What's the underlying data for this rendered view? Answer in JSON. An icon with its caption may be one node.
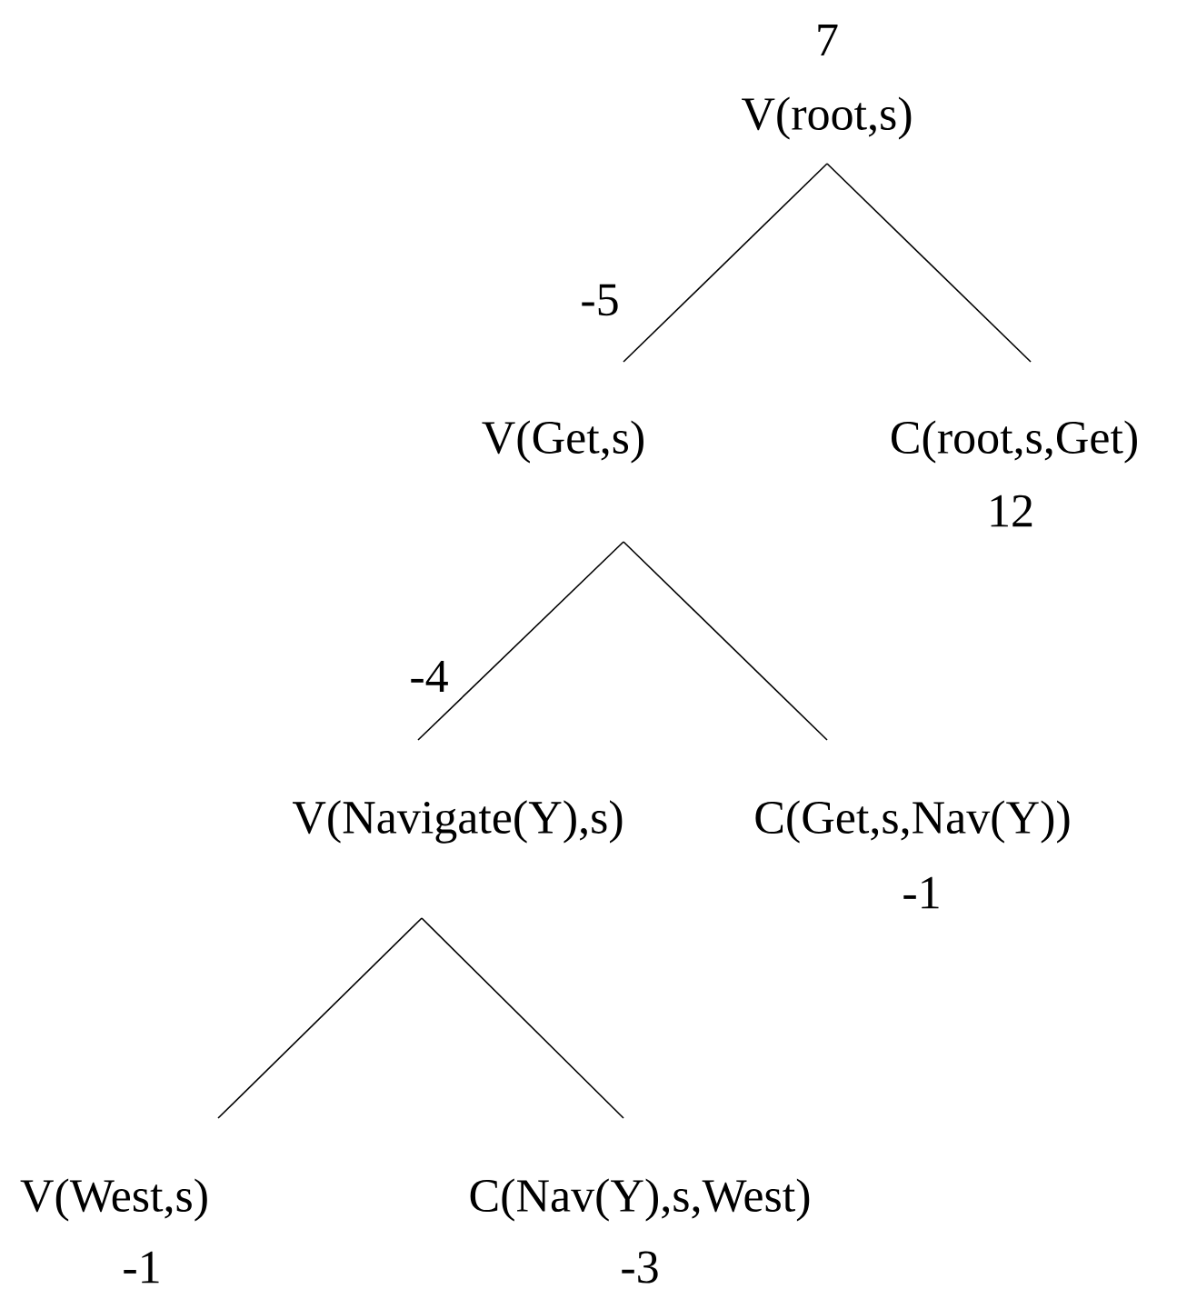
{
  "diagram": {
    "nodes": [
      {
        "text": [
          "V(root,s)"
        ],
        "beside": [
          "7"
        ]
      },
      {
        "text": [
          "V(Get,s)"
        ],
        "beside": [
          "-5"
        ]
      },
      {
        "text": [
          "C(root,s,Get)"
        ],
        "beside": [
          "12"
        ]
      },
      {
        "text": [
          "V(Navigate(Y),s)"
        ],
        "beside": [
          "-4"
        ]
      },
      {
        "text": [
          "C(Get,s,Nav(Y))"
        ],
        "beside": [
          "-1"
        ]
      },
      {
        "text": [
          "V(West,s)"
        ],
        "beside": [
          "-1"
        ]
      },
      {
        "text": [
          "C(Nav(Y),s,West)"
        ],
        "beside": [
          "-3"
        ]
      }
    ],
    "edges": [
      {
        "from": 0,
        "to": 1,
        "arrow": "none"
      },
      {
        "from": 0,
        "to": 2,
        "arrow": "none"
      },
      {
        "from": 1,
        "to": 3,
        "arrow": "none"
      },
      {
        "from": 1,
        "to": 4,
        "arrow": "none"
      },
      {
        "from": 3,
        "to": 5,
        "arrow": "none"
      },
      {
        "from": 3,
        "to": 6,
        "arrow": "none"
      }
    ]
  }
}
